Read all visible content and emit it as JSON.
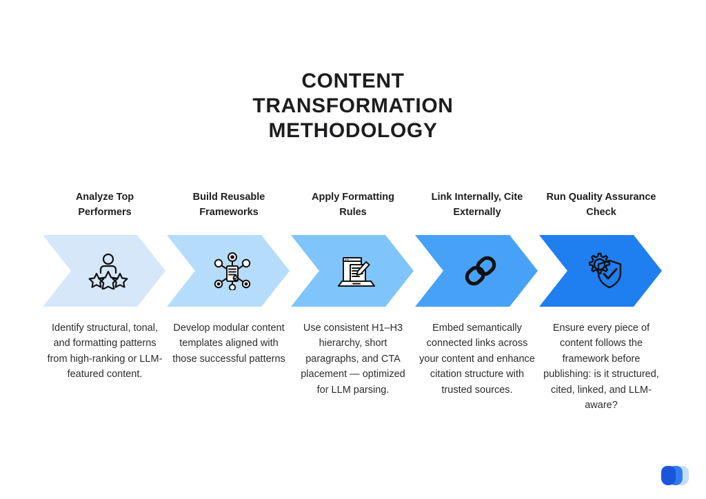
{
  "title": "CONTENT TRANSFORMATION METHODOLOGY",
  "background_color": "#ffffff",
  "title_color": "#1d1d1f",
  "steps": [
    {
      "heading": "Analyze Top Performers",
      "body": "Identify structural, tonal, and formatting patterns from high-ranking or LLM-featured content.",
      "icon": "person-with-stars-icon",
      "arrow_color": "#d6e7fa"
    },
    {
      "heading": "Build Reusable Frameworks",
      "body": "Develop modular content templates aligned with those successful patterns",
      "icon": "network-document-nodes-icon",
      "arrow_color": "#b5dcfb"
    },
    {
      "heading": "Apply Formatting Rules",
      "body": "Use consistent H1–H3 hierarchy, short paragraphs, and CTA placement — optimized for LLM parsing.",
      "icon": "laptop-document-pencil-icon",
      "arrow_color": "#7fc4fb"
    },
    {
      "heading": "Link Internally, Cite Externally",
      "body": "Embed semantically connected links across your content and enhance citation structure with trusted sources.",
      "icon": "chain-link-icon",
      "arrow_color": "#47a2f7"
    },
    {
      "heading": "Run Quality Assurance Check",
      "body": "Ensure every piece of content follows the framework before publishing: is it structured, cited, linked, and LLM-aware?",
      "icon": "gear-shield-check-icon",
      "arrow_color": "#1f7ef0"
    }
  ],
  "logo": {
    "name": "brand-logo",
    "colors": [
      "#1a56db",
      "#2f7bf5",
      "#c7ddf8"
    ]
  }
}
